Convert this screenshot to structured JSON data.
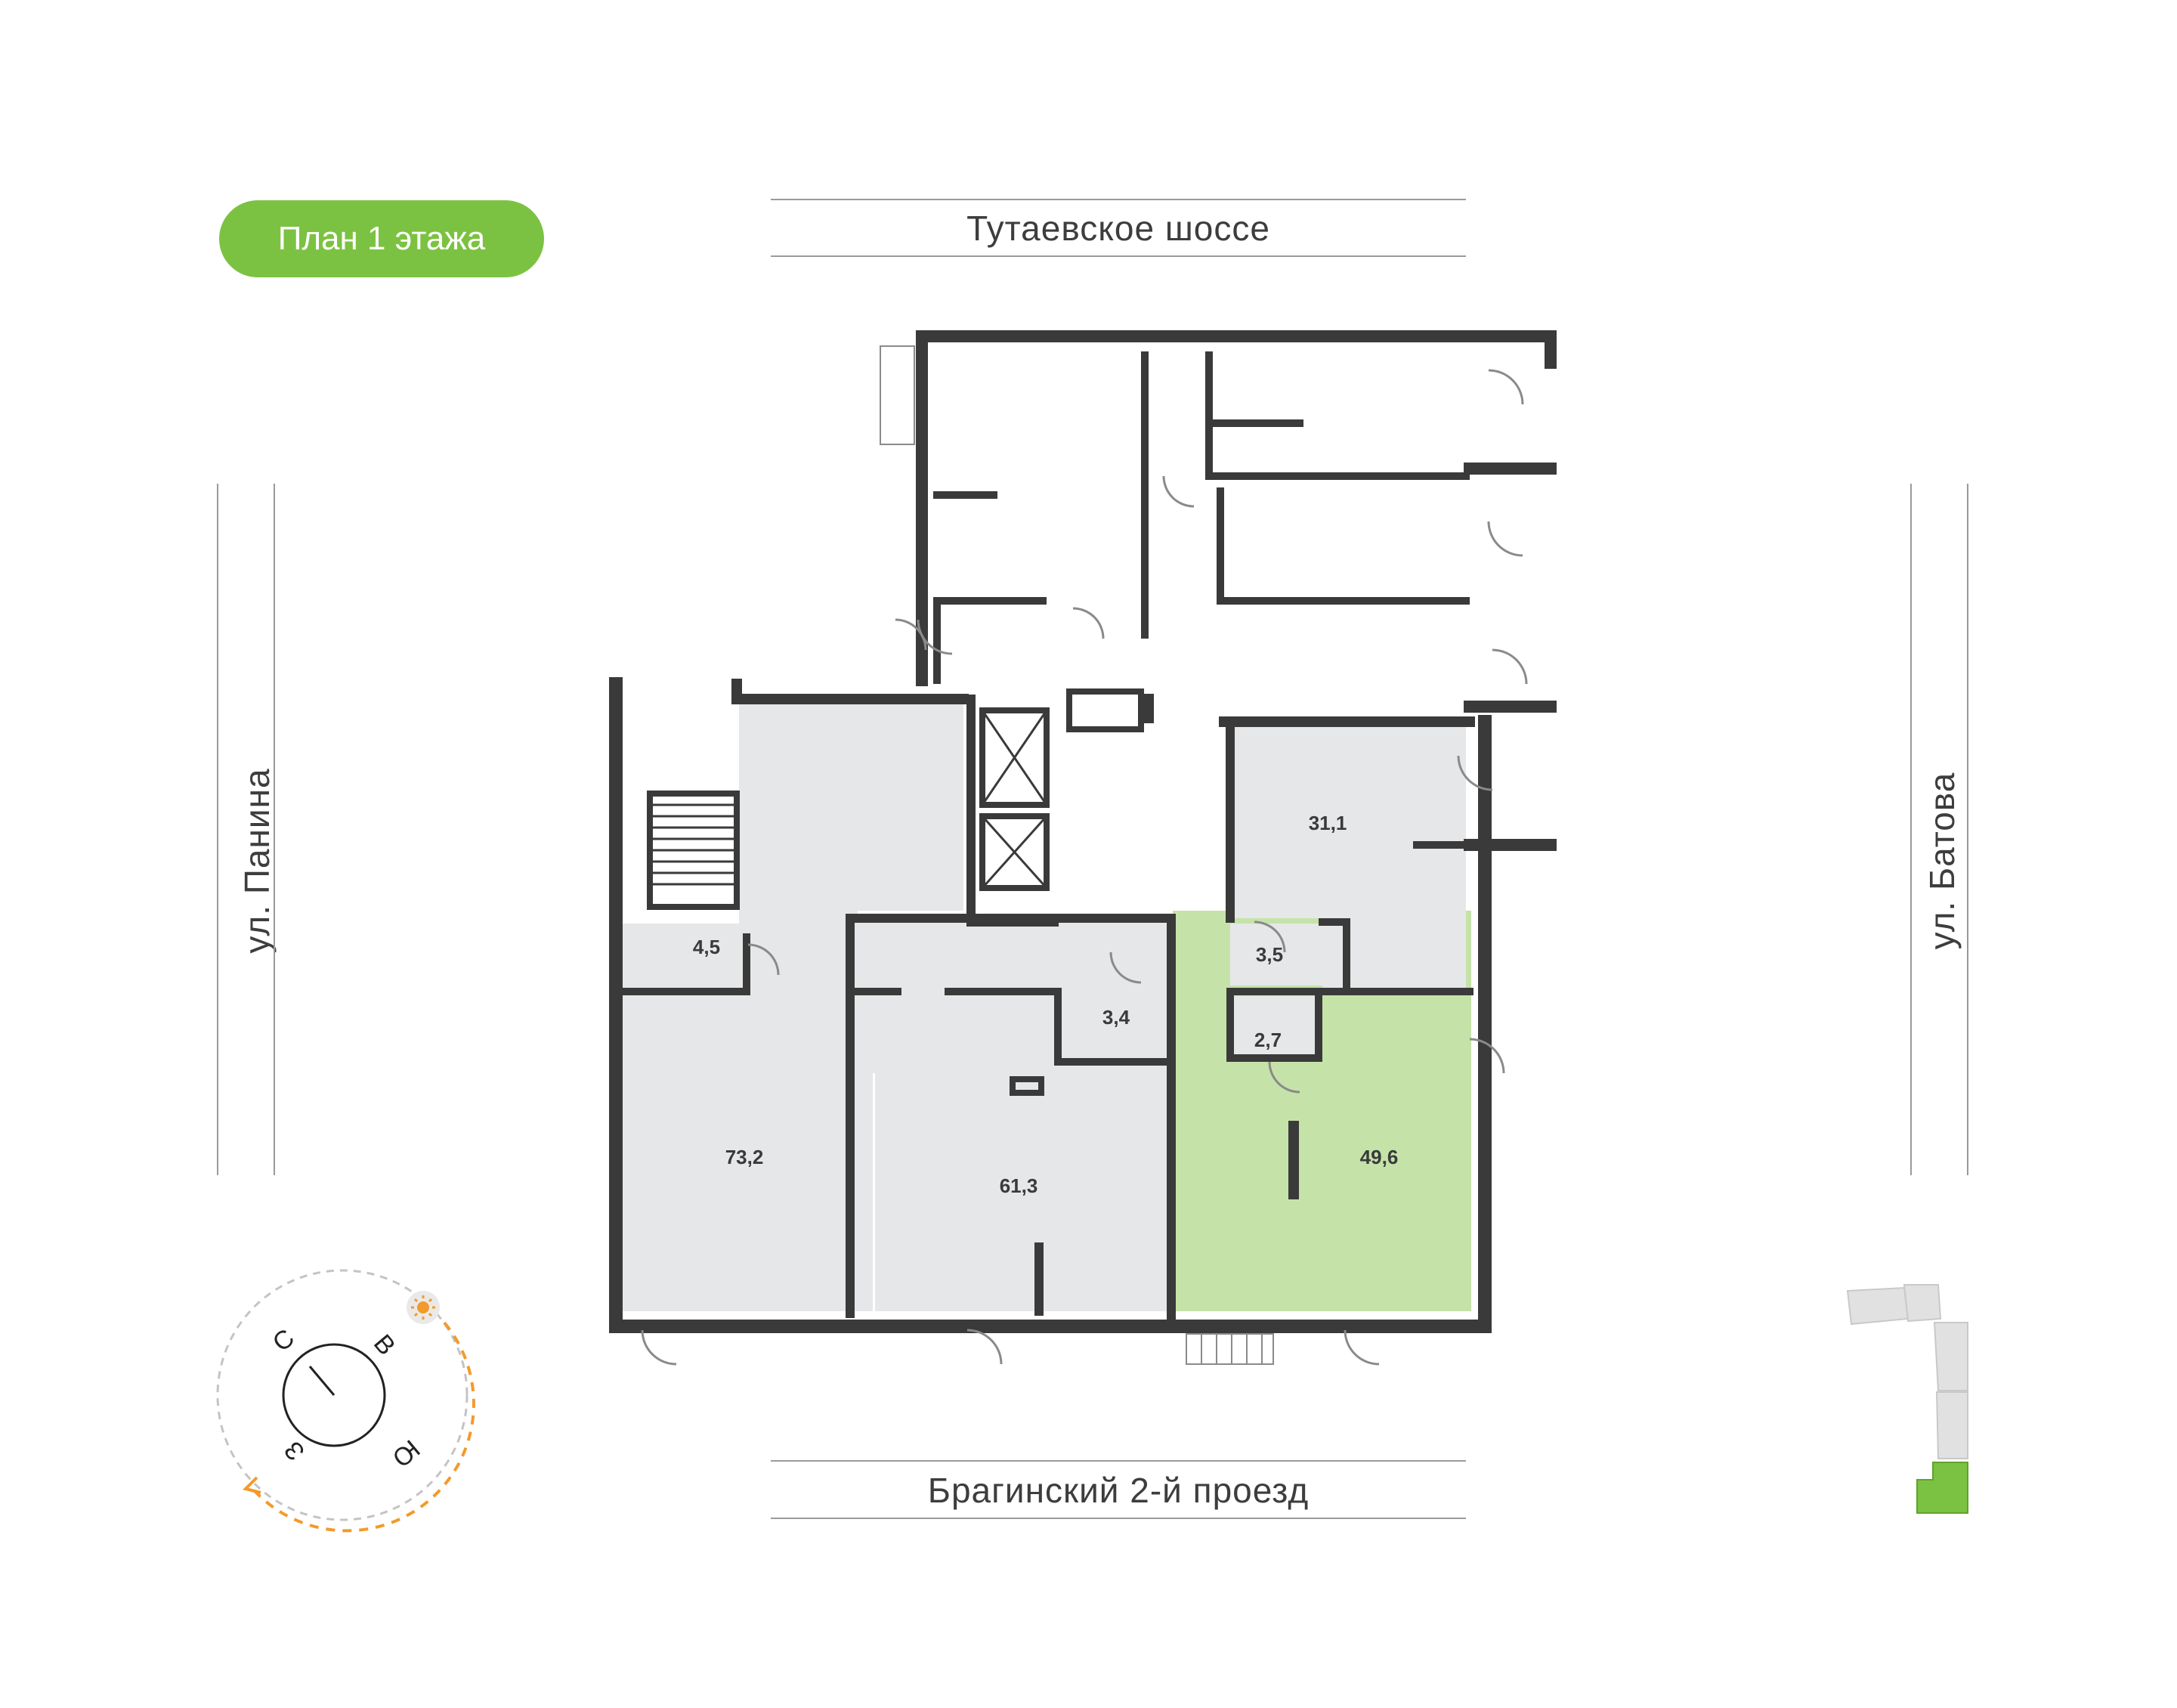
{
  "badge": {
    "label": "План 1 этажа",
    "color": "#7cc242"
  },
  "streets": {
    "top": "Тутаевское шоссе",
    "bottom": "Брагинский 2-й проезд",
    "left": "ул. Панина",
    "right": "ул. Батова"
  },
  "rooms": [
    {
      "id": "r73",
      "area": "73,2",
      "selected": false
    },
    {
      "id": "r61",
      "area": "61,3",
      "selected": false
    },
    {
      "id": "r49",
      "area": "49,6",
      "selected": true
    },
    {
      "id": "r31",
      "area": "31,1",
      "selected": false
    },
    {
      "id": "r45",
      "area": "4,5",
      "selected": false
    },
    {
      "id": "r35",
      "area": "3,5",
      "selected": false
    },
    {
      "id": "r34",
      "area": "3,4",
      "selected": false
    },
    {
      "id": "r27",
      "area": "2,7",
      "selected": false
    }
  ],
  "compass": {
    "north": "С",
    "east": "В",
    "south": "Ю",
    "west": "З",
    "sun_icon": "sun-icon"
  },
  "colors": {
    "selected_fill": "#c5e3a9",
    "room_fill": "#e6e7e8",
    "wall": "#3a3a3a",
    "accent": "#7cc242",
    "sun_path": "#f39a2b"
  },
  "icons": [
    "sun-icon",
    "compass-arrow-icon",
    "building-locator-icon"
  ]
}
